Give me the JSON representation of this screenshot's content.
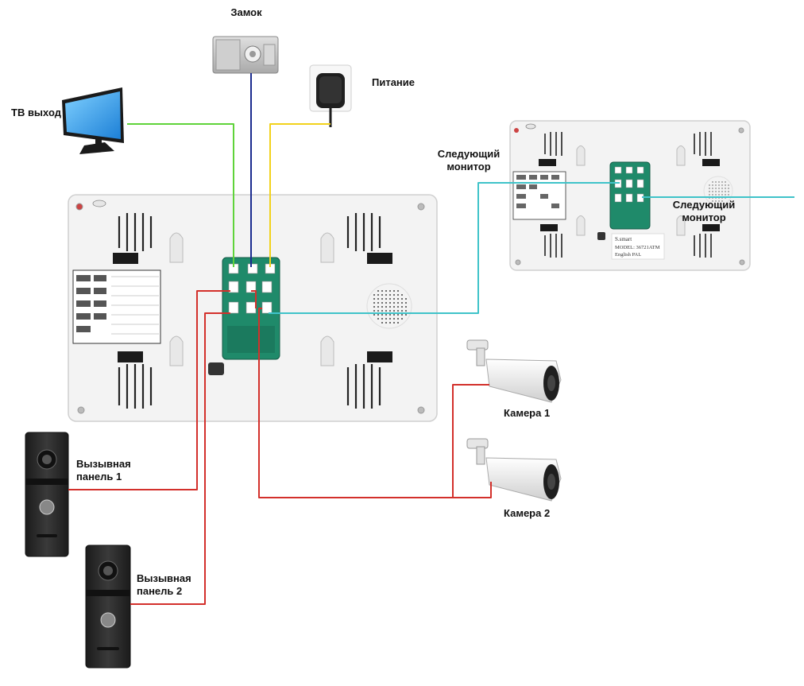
{
  "labels": {
    "lock": "Замок",
    "power": "Питание",
    "tv_out": "ТВ выход",
    "next_monitor_1": [
      "Следующий",
      "монитор"
    ],
    "next_monitor_2": [
      "Следующий",
      "монитор"
    ],
    "camera_1": "Камера 1",
    "camera_2": "Камера 2",
    "call_panel_1": [
      "Вызывная",
      "панель 1"
    ],
    "call_panel_2": [
      "Вызывная",
      "панель 2"
    ]
  },
  "monitor_sticker": [
    "S.smart",
    "MODEL: 36721ATM",
    "English PAL"
  ],
  "colors": {
    "green_wire": "#5fd33a",
    "blue_wire": "#1b2c8f",
    "yellow_wire": "#f2d21b",
    "cyan_wire": "#3fc3c9",
    "red_wire": "#d3302b",
    "monitor_body": "#f2f2f2",
    "board": "#1f8a6a",
    "panel": "#2a2a2a"
  }
}
